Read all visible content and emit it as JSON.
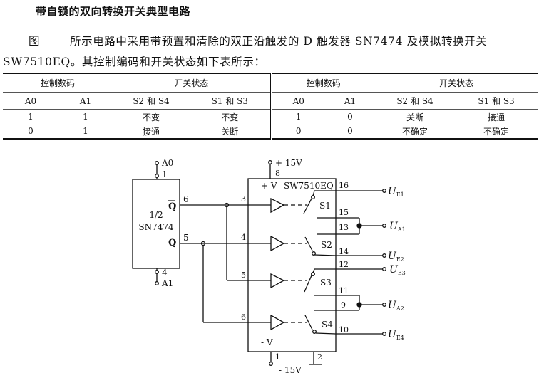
{
  "document": {
    "title": "带自锁的双向转换开关典型电路",
    "paragraph": {
      "fig_label": "图",
      "text": "所示电路中采用带预置和清除的双正沿触发的 D 触发器 SN7474 及模拟转换开关 SW7510EQ。其控制编码和开关状态如下表所示："
    }
  },
  "table": {
    "group_headers": [
      "控制数码",
      "开关状态",
      "控制数码",
      "开关状态"
    ],
    "columns": [
      "A0",
      "A1",
      "S2 和 S4",
      "S1 和 S3",
      "A0",
      "A1",
      "S2 和 S4",
      "S1 和 S3"
    ],
    "rows": [
      [
        "1",
        "1",
        "不变",
        "不变",
        "1",
        "0",
        "关断",
        "接通"
      ],
      [
        "0",
        "1",
        "接通",
        "关断",
        "0",
        "0",
        "不确定",
        "不确定"
      ]
    ]
  },
  "circuit": {
    "flipflop": {
      "label_line1": "1/2",
      "label_line2": "SN7474",
      "input_top": "A0",
      "pin_top": "1",
      "input_bottom": "A1",
      "pin_bottom": "4",
      "out_qbar": "Q",
      "out_q": "Q",
      "pin_qbar": "6",
      "pin_q": "5"
    },
    "switch_ic": {
      "name": "SW7510EQ",
      "vplus_label": "+ V",
      "vminus_label": "- V",
      "supply_pos": "+ 15V",
      "supply_neg": "- 15V",
      "pin_vplus": "8",
      "pin_vminus": "1",
      "pin_gnd": "2",
      "input_pins": [
        "3",
        "4",
        "5",
        "6"
      ],
      "switches": [
        "S1",
        "S2",
        "S3",
        "S4"
      ],
      "output_pins": [
        "16",
        "15",
        "13",
        "14",
        "12",
        "11",
        "9",
        "10"
      ]
    },
    "terminals": [
      {
        "main": "U",
        "sub": "E1"
      },
      {
        "main": "U",
        "sub": "A1"
      },
      {
        "main": "U",
        "sub": "E2"
      },
      {
        "main": "U",
        "sub": "E3"
      },
      {
        "main": "U",
        "sub": "A2"
      },
      {
        "main": "U",
        "sub": "E4"
      }
    ]
  }
}
